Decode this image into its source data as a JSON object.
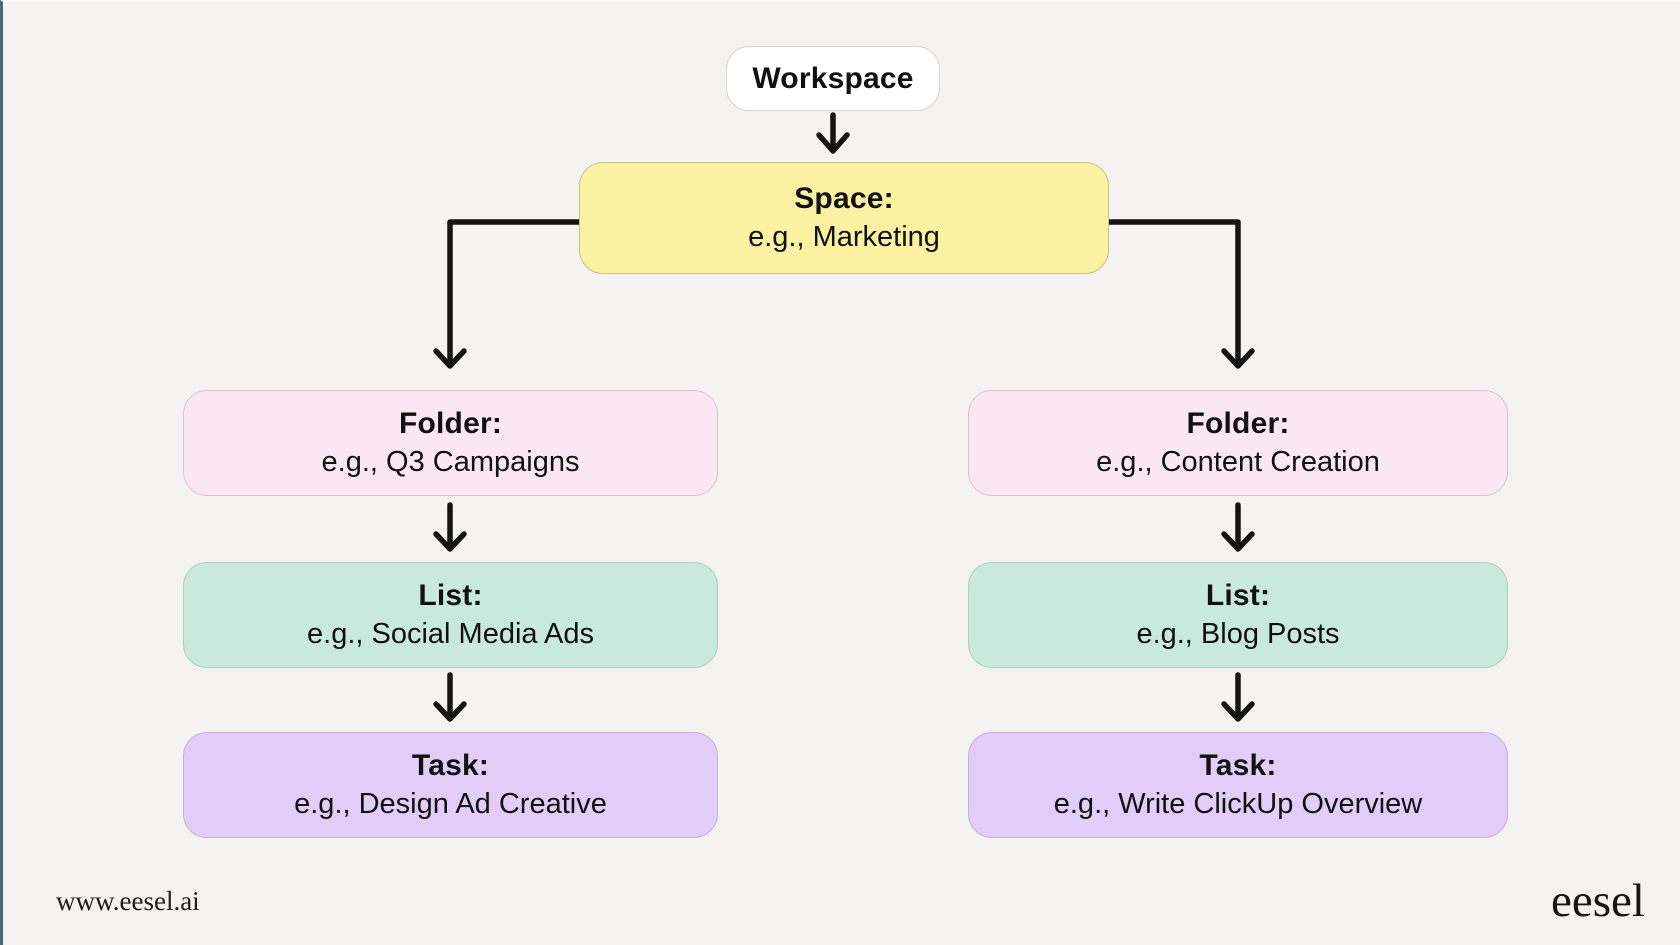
{
  "diagram": {
    "workspace": {
      "label": "Workspace"
    },
    "space": {
      "title": "Space:",
      "example": "e.g., Marketing"
    },
    "branches": [
      {
        "folder": {
          "title": "Folder:",
          "example": "e.g., Q3 Campaigns"
        },
        "list": {
          "title": "List:",
          "example": "e.g., Social Media Ads"
        },
        "task": {
          "title": "Task:",
          "example": "e.g., Design Ad Creative"
        }
      },
      {
        "folder": {
          "title": "Folder:",
          "example": "e.g., Content Creation"
        },
        "list": {
          "title": "List:",
          "example": "e.g., Blog Posts"
        },
        "task": {
          "title": "Task:",
          "example": "e.g., Write ClickUp Overview"
        }
      }
    ],
    "colors": {
      "background": "#f4f3f1",
      "workspace_fill": "#ffffff",
      "space_fill": "#faf2a0",
      "folder_fill": "#fbe7f1",
      "list_fill": "#c9e9de",
      "task_fill": "#e2ccf8",
      "arrow": "#141414",
      "left_edge": "#4a6b74"
    }
  },
  "footer": {
    "website": "www.eesel.ai",
    "brand": "eesel"
  }
}
